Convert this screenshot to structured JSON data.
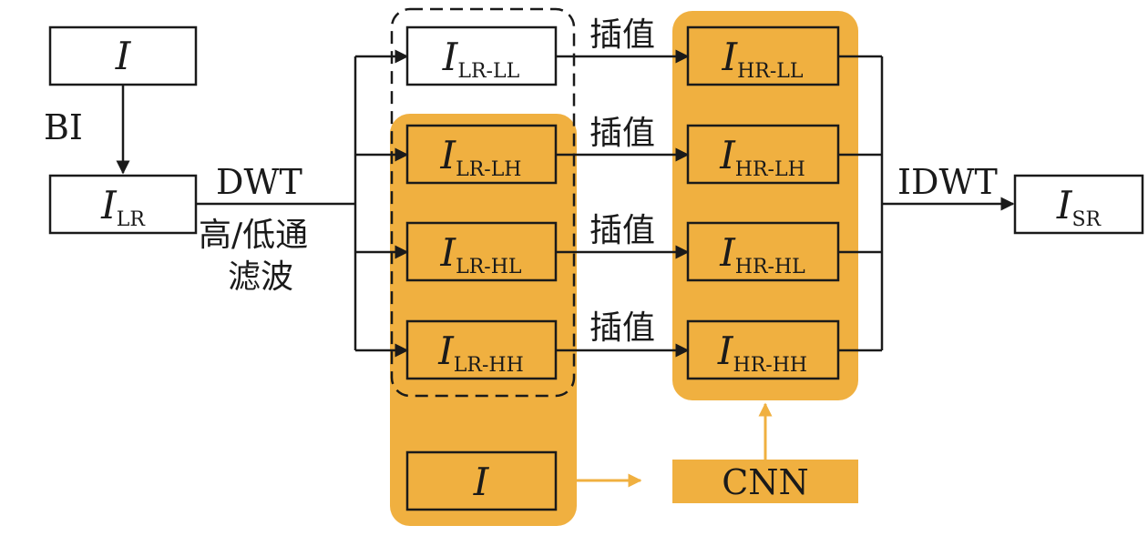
{
  "colors": {
    "accent": "#f0b040",
    "line": "#1a1a1a"
  },
  "nodes": {
    "input": {
      "var": "I",
      "sub": ""
    },
    "lr": {
      "var": "I",
      "sub": "LR"
    },
    "lr_ll": {
      "var": "I",
      "sub": "LR-LL"
    },
    "lr_lh": {
      "var": "I",
      "sub": "LR-LH"
    },
    "lr_hl": {
      "var": "I",
      "sub": "LR-HL"
    },
    "lr_hh": {
      "var": "I",
      "sub": "LR-HH"
    },
    "hr_ll": {
      "var": "I",
      "sub": "HR-LL"
    },
    "hr_lh": {
      "var": "I",
      "sub": "HR-LH"
    },
    "hr_hl": {
      "var": "I",
      "sub": "HR-HL"
    },
    "hr_hh": {
      "var": "I",
      "sub": "HR-HH"
    },
    "guide": {
      "var": "I",
      "sub": ""
    },
    "sr": {
      "var": "I",
      "sub": "SR"
    },
    "cnn": "CNN"
  },
  "labels": {
    "bi": "BI",
    "dwt": "DWT",
    "filter_line1": "高/低通",
    "filter_line2": "滤波",
    "idwt": "IDWT",
    "interp": [
      "插值",
      "插值",
      "插值",
      "插值"
    ]
  }
}
